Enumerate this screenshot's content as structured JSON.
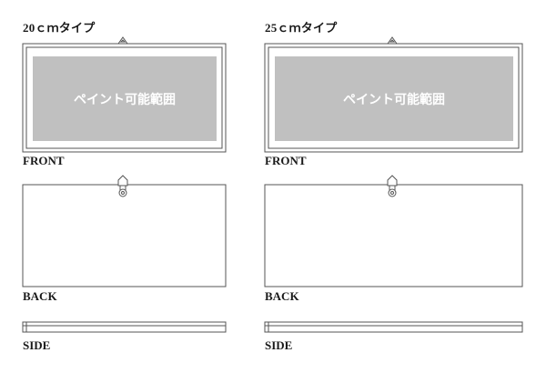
{
  "panels": [
    {
      "title": "20ｃｍタイプ",
      "paint_area_label": "ペイント可能範囲"
    },
    {
      "title": "25ｃｍタイプ",
      "paint_area_label": "ペイント可能範囲"
    }
  ],
  "views": {
    "front": "FRONT",
    "back": "BACK",
    "side": "SIDE"
  },
  "colors": {
    "paint_area": "#c0c0c0",
    "outline": "#555555",
    "background": "#ffffff"
  }
}
